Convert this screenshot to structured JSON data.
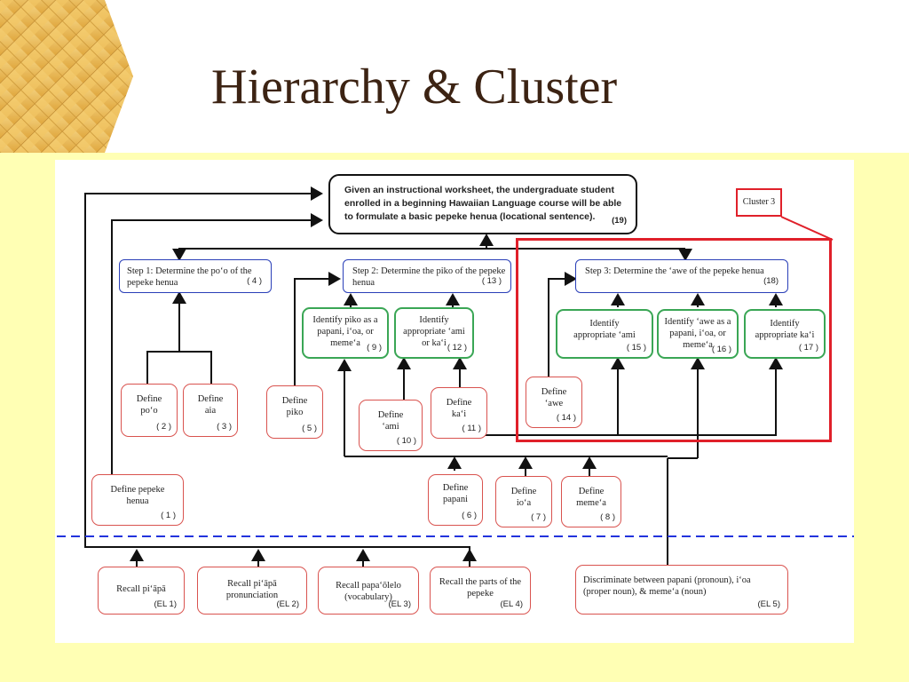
{
  "title": "Hierarchy & Cluster",
  "colors": {
    "title": "#3c2313",
    "background": "#ffffb4",
    "cluster_border": "#e0202a",
    "green_border": "#3aa655",
    "blue_border": "#2a3fb8",
    "red_border": "#d9534f",
    "dashed_line": "#2233dd"
  },
  "diagram": {
    "goal": {
      "text": "Given an instructional worksheet, the undergraduate student enrolled in a beginning Hawaiian Language course will be able to formulate a basic pepeke henua (locational sentence).",
      "num": "(19)"
    },
    "cluster_label": "Cluster 3",
    "steps": [
      {
        "text": "Step 1: Determine the poʻo of the pepeke henua",
        "num": "( 4 )"
      },
      {
        "text": "Step 2: Determine the piko of the pepeke henua",
        "num": "( 13 )"
      },
      {
        "text": "Step 3: Determine the ʻawe of the pepeke henua",
        "num": "(18)"
      }
    ],
    "identify": [
      {
        "text": "Identify piko as a papani, iʻoa, or memeʻa",
        "num": "( 9 )"
      },
      {
        "text": "Identify appropriate ʻami or kaʻi",
        "num": "( 12 )"
      },
      {
        "text": "Identify appropriate ʻami",
        "num": "( 15 )"
      },
      {
        "text": "Identify ʻawe as a papani, iʻoa, or memeʻa",
        "num": "( 16 )"
      },
      {
        "text": "Identify appropriate kaʻi",
        "num": "( 17 )"
      }
    ],
    "defines": [
      {
        "text": "Define poʻo",
        "num": "( 2 )"
      },
      {
        "text": "Define aia",
        "num": "( 3 )"
      },
      {
        "text": "Define piko",
        "num": "( 5 )"
      },
      {
        "text": "Define ʻami",
        "num": "( 10 )"
      },
      {
        "text": "Define kaʻi",
        "num": "( 11 )"
      },
      {
        "text": "Define ʻawe",
        "num": "( 14 )"
      },
      {
        "text": "Define pepeke henua",
        "num": "( 1 )"
      },
      {
        "text": "Define papani",
        "num": "( 6 )"
      },
      {
        "text": "Define ioʻa",
        "num": "( 7 )"
      },
      {
        "text": "Define memeʻa",
        "num": "( 8 )"
      }
    ],
    "entry": [
      {
        "text": "Recall piʻāpā",
        "num": "(EL 1)"
      },
      {
        "text": "Recall piʻāpā pronunciation",
        "num": "(EL 2)"
      },
      {
        "text": "Recall papaʻōlelo (vocabulary)",
        "num": "(EL 3)"
      },
      {
        "text": "Recall the parts of the pepeke",
        "num": "(EL 4)"
      },
      {
        "text": "Discriminate between papani (pronoun), iʻoa (proper noun), & memeʻa (noun)",
        "num": "(EL 5)"
      }
    ]
  }
}
